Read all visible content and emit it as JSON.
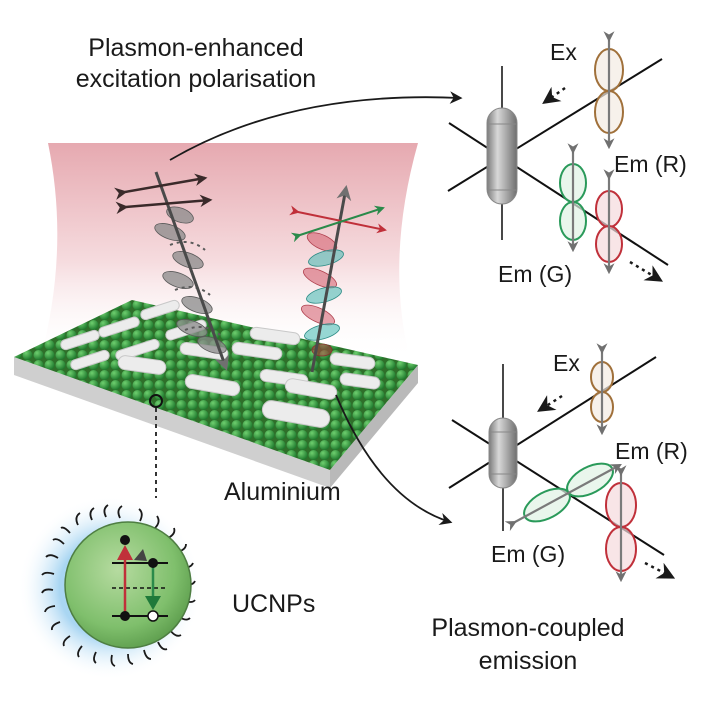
{
  "figure": {
    "title_top": {
      "line1": "Plasmon-enhanced",
      "line2": "excitation polarisation"
    },
    "title_bottom": {
      "line1": "Plasmon-coupled",
      "line2": "emission"
    },
    "substrate_label": "Aluminium",
    "particle_label": "UCNPs",
    "panel_top": {
      "excitation_label": "Ex",
      "emission_red_label": "Em (R)",
      "emission_green_label": "Em (G)",
      "green_emission_orientation": "vertical"
    },
    "panel_bottom": {
      "excitation_label": "Ex",
      "emission_red_label": "Em (R)",
      "emission_green_label": "Em (G)",
      "green_emission_orientation": "along nanorod axis (tilted)"
    },
    "colors": {
      "excitation_lobe": "#a0703a",
      "red_lobe": "#c0303a",
      "green_lobe": "#2a9a5a",
      "nanoparticle_green": "#3f9a4a",
      "laser_beam_pink": "#e8b4b8",
      "arrow_gray": "#707070",
      "nanorod_gray": "#a8a8a8",
      "particle_glow_blue": "#9ccff0"
    }
  }
}
